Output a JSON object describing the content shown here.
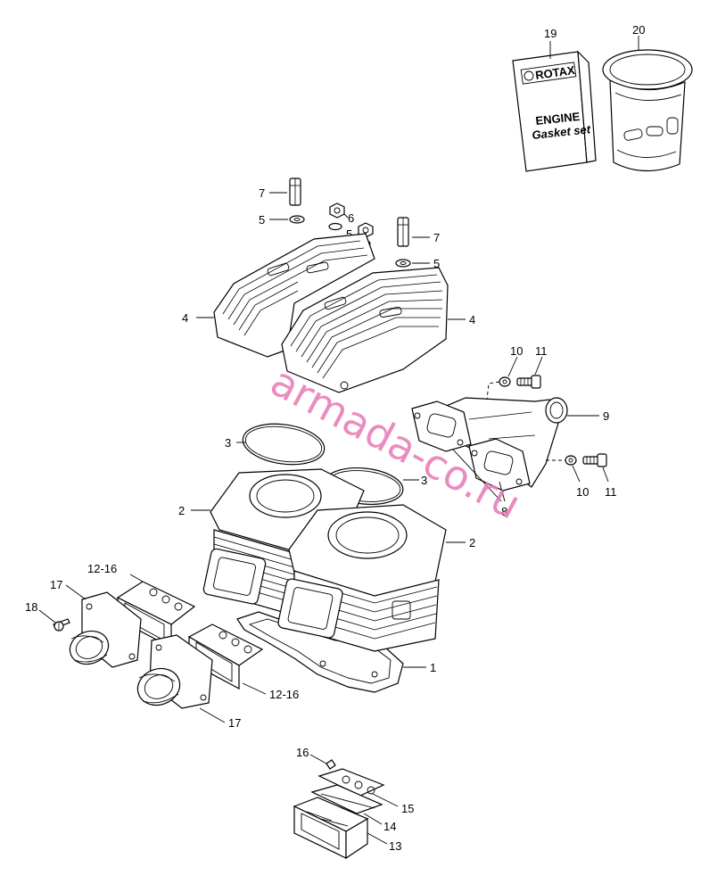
{
  "diagram": {
    "callouts": {
      "c1": "1",
      "c2a": "2",
      "c2b": "2",
      "c3a": "3",
      "c3b": "3",
      "c4a": "4",
      "c4b": "4",
      "c5a": "5",
      "c5b": "5",
      "c5c": "5",
      "c6": "6",
      "c7a": "7",
      "c7b": "7",
      "c8": "8",
      "c9": "9",
      "c10a": "10",
      "c10b": "10",
      "c11a": "11",
      "c11b": "11",
      "c12a": "12-16",
      "c12b": "12-16",
      "c13": "13",
      "c14": "14",
      "c15": "15",
      "c16": "16",
      "c17a": "17",
      "c17b": "17",
      "c18": "18",
      "c19": "19",
      "c20": "20"
    },
    "gasket_box": {
      "brand": "ROTAX",
      "line1": "ENGINE",
      "line2": "Gasket set"
    },
    "watermark": "armada-co.ru"
  }
}
